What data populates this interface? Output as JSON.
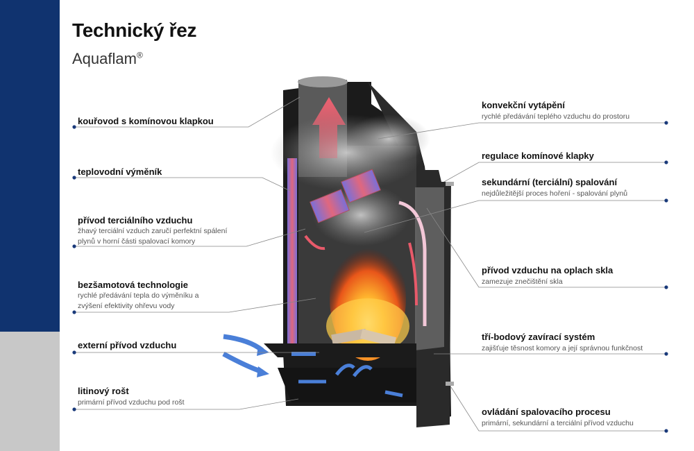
{
  "header": {
    "title": "Technický řez",
    "subtitle": "Aquaflam",
    "subtitle_mark": "®"
  },
  "colors": {
    "sidebar_blue": "#10336f",
    "sidebar_grey": "#c8c8c8",
    "leader_line": "#888888",
    "dot": "#1a3a7a"
  },
  "labels_left": [
    {
      "title": "kouřovod s komínovou klapkou",
      "desc": []
    },
    {
      "title": "teplovodní výměník",
      "desc": []
    },
    {
      "title": "přívod terciálního vzduchu",
      "desc": [
        "žhavý terciální vzduch zaručí perfektní spálení",
        "plynů v horní části spalovací komory"
      ]
    },
    {
      "title": "bezšamotová technologie",
      "desc": [
        "rychlé předávání tepla do výměníku a",
        "zvýšení efektivity ohřevu vody"
      ]
    },
    {
      "title": "externí přívod vzduchu",
      "desc": []
    },
    {
      "title": "litinový rošt",
      "desc": [
        "primární přívod vzduchu pod rošt"
      ]
    }
  ],
  "labels_right": [
    {
      "title": "konvekční vytápění",
      "desc": [
        "rychlé předávání teplého vzduchu do prostoru"
      ]
    },
    {
      "title": "regulace komínové klapky",
      "desc": []
    },
    {
      "title": "sekundární (terciální) spalování",
      "desc": [
        "nejdůležitější proces hoření - spalování plynů"
      ]
    },
    {
      "title": "přívod vzduchu na oplach skla",
      "desc": [
        "zamezuje znečištění skla"
      ]
    },
    {
      "title": "tří-bodový zavírací systém",
      "desc": [
        "zajišťuje těsnost komory a její správnou funkčnost"
      ]
    },
    {
      "title": "ovládání spalovacího procesu",
      "desc": [
        "primární, sekundární a terciální přívod vzduchu"
      ]
    }
  ]
}
